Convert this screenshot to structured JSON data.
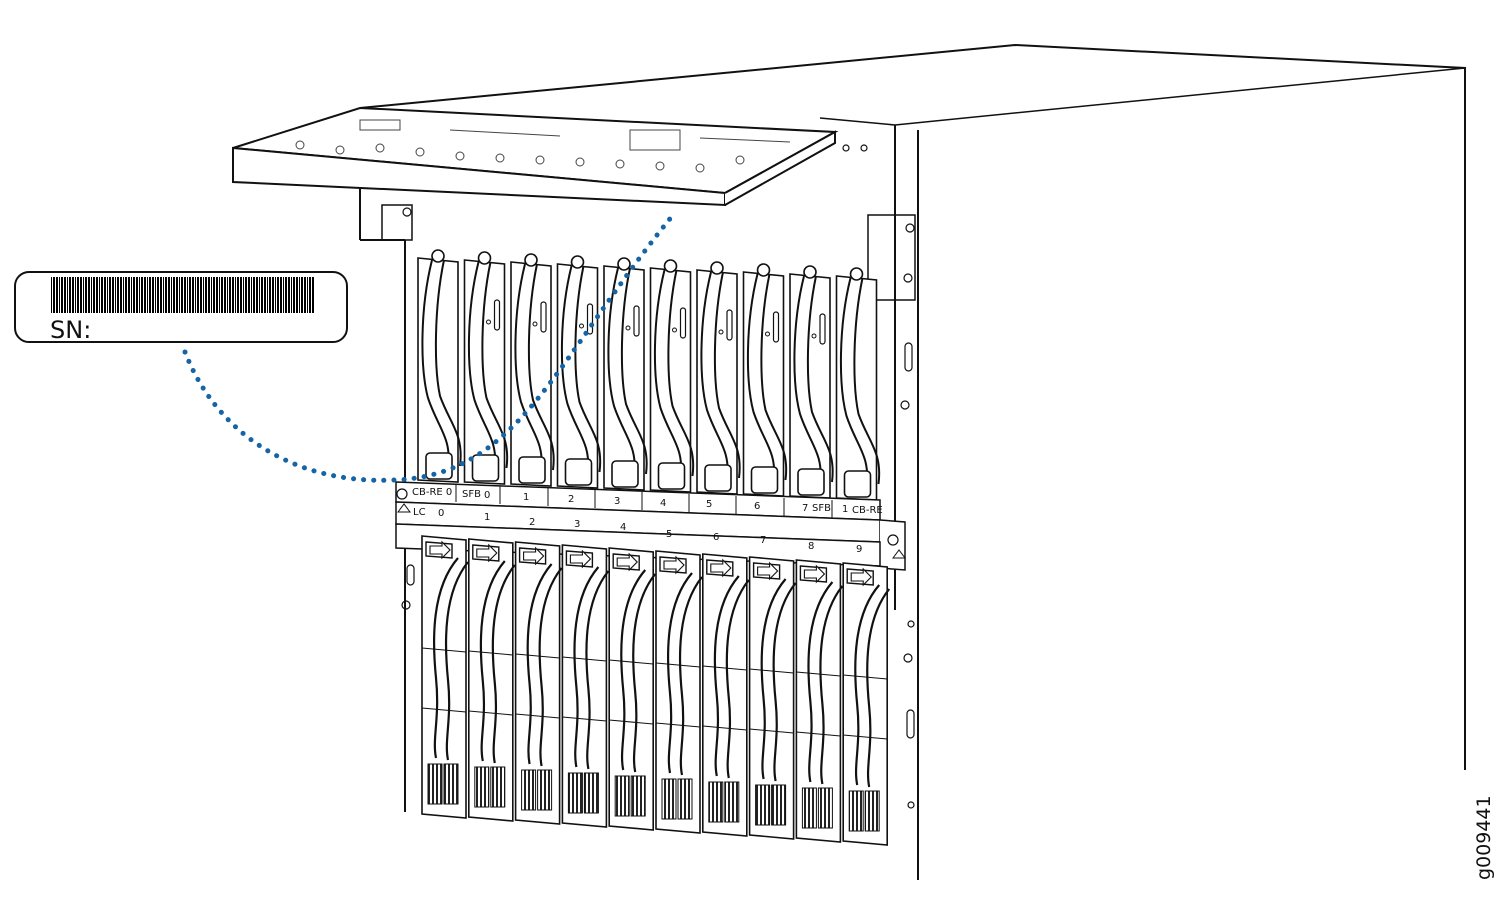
{
  "label_card": {
    "sn_text": "SN:"
  },
  "top_row": {
    "left_label": "CB-RE 0",
    "sfb_prefix": "SFB",
    "sfb_numbers": [
      "0",
      "1",
      "2",
      "3",
      "4",
      "5",
      "6",
      "7"
    ],
    "sfb_suffix": "SFB",
    "right_number": "1",
    "right_label": "CB-RE"
  },
  "bottom_row": {
    "lc_label": "LC",
    "lc_numbers": [
      "0",
      "1",
      "2",
      "3",
      "4",
      "5",
      "6",
      "7",
      "8",
      "9"
    ]
  },
  "figure_id": "g009441"
}
